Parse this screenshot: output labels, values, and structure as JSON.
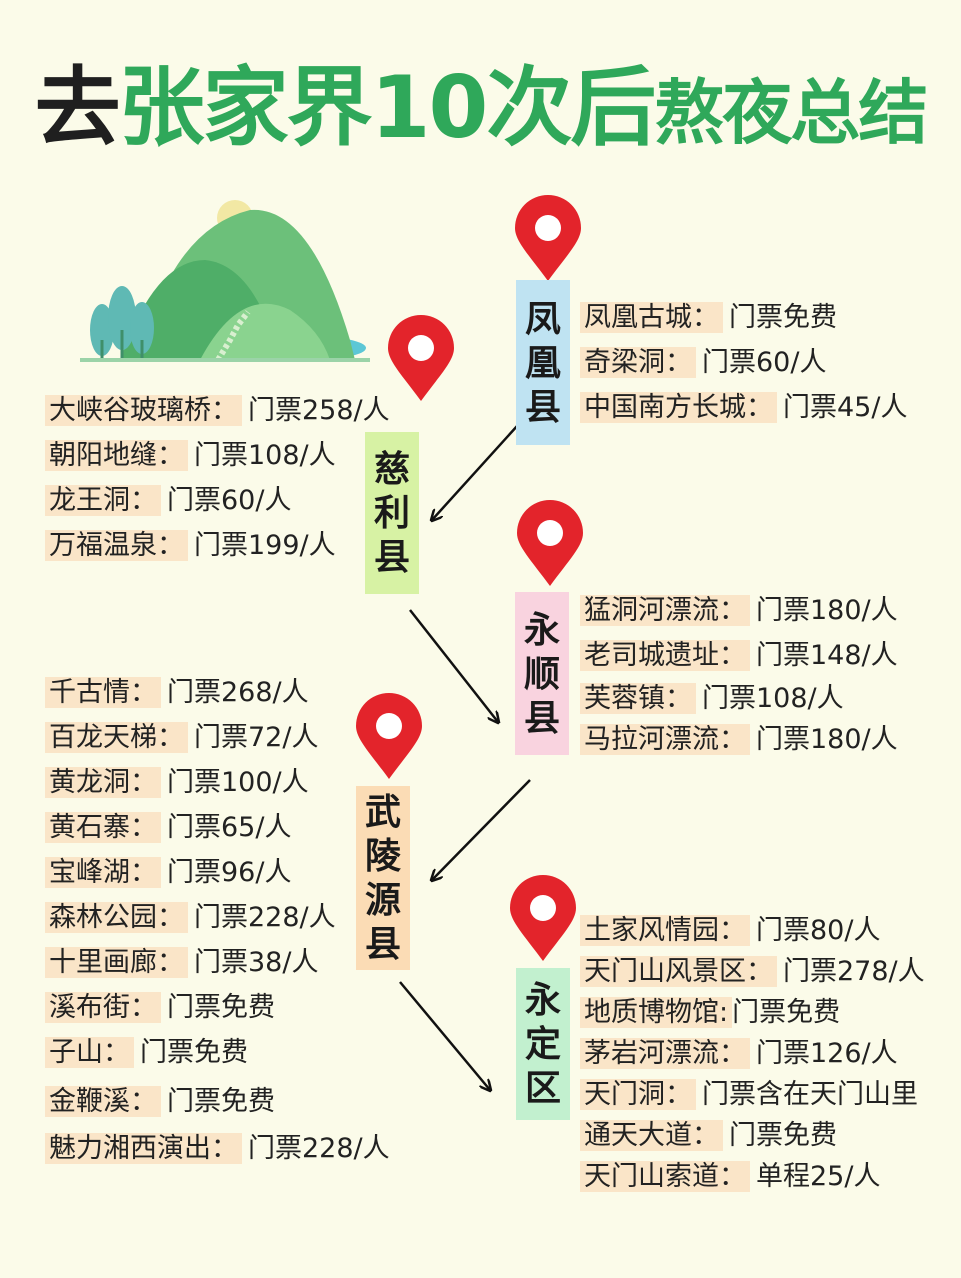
{
  "title": {
    "part1": "去",
    "part2": "张家界10次后",
    "part3": "熬夜总结"
  },
  "colors": {
    "background": "#fbfbe9",
    "title_dark": "#1f1f1f",
    "title_green": "#2fa85a",
    "pin_red": "#e3242b",
    "tag_blue": "#bfe3f2",
    "tag_green": "#d7f2a4",
    "tag_pink": "#f9d3df",
    "tag_orange": "#fbdcb5",
    "tag_mint": "#c2f0cf",
    "name_highlight": "#fae5c8"
  },
  "counties": [
    {
      "name": "凤凰县",
      "chars": [
        "凤",
        "凰",
        "县"
      ],
      "attractions": [
        {
          "name": "凤凰古城：",
          "price": "门票免费"
        },
        {
          "name": "奇梁洞：",
          "price": "门票60/人"
        },
        {
          "name": "中国南方长城：",
          "price": "门票45/人"
        }
      ]
    },
    {
      "name": "慈利县",
      "chars": [
        "慈",
        "利",
        "县"
      ],
      "attractions": [
        {
          "name": "大峡谷玻璃桥：",
          "price": "门票258/人"
        },
        {
          "name": "朝阳地缝：",
          "price": "门票108/人"
        },
        {
          "name": "龙王洞：",
          "price": "门票60/人"
        },
        {
          "name": "万福温泉：",
          "price": "门票199/人"
        }
      ]
    },
    {
      "name": "永顺县",
      "chars": [
        "永",
        "顺",
        "县"
      ],
      "attractions": [
        {
          "name": "猛洞河漂流：",
          "price": "门票180/人"
        },
        {
          "name": "老司城遗址：",
          "price": "门票148/人"
        },
        {
          "name": "芙蓉镇：",
          "price": "门票108/人"
        },
        {
          "name": "马拉河漂流：",
          "price": "门票180/人"
        }
      ]
    },
    {
      "name": "武陵源县",
      "chars": [
        "武",
        "陵",
        "源",
        "县"
      ],
      "attractions": [
        {
          "name": "千古情：",
          "price": "门票268/人"
        },
        {
          "name": "百龙天梯：",
          "price": "门票72/人"
        },
        {
          "name": "黄龙洞：",
          "price": "门票100/人"
        },
        {
          "name": "黄石寨：",
          "price": "门票65/人"
        },
        {
          "name": "宝峰湖：",
          "price": "门票96/人"
        },
        {
          "name": "森林公园：",
          "price": "门票228/人"
        },
        {
          "name": "十里画廊：",
          "price": "门票38/人"
        },
        {
          "name": "溪布街：",
          "price": "门票免费"
        },
        {
          "name": "子山：",
          "price": "门票免费"
        },
        {
          "name": "金鞭溪：",
          "price": "门票免费"
        },
        {
          "name": "魅力湘西演出：",
          "price": "门票228/人"
        }
      ]
    },
    {
      "name": "永定区",
      "chars": [
        "永",
        "定",
        "区"
      ],
      "attractions": [
        {
          "name": "土家风情园：",
          "price": "门票80/人"
        },
        {
          "name": "天门山风景区：",
          "price": "门票278/人"
        },
        {
          "name": "地质博物馆:",
          "price": "门票免费"
        },
        {
          "name": "茅岩河漂流：",
          "price": "门票126/人"
        },
        {
          "name": "天门洞：",
          "price": "门票含在天门山里"
        },
        {
          "name": "通天大道：",
          "price": "门票免费"
        },
        {
          "name": "天门山索道：",
          "price": "单程25/人"
        }
      ]
    }
  ]
}
